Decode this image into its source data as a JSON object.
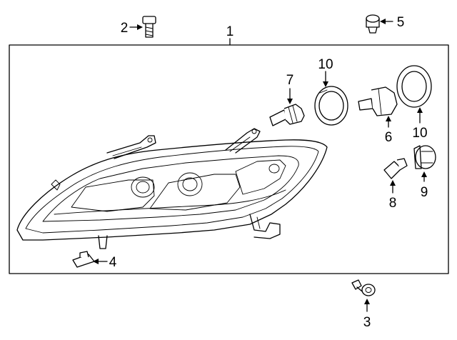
{
  "callouts": [
    {
      "id": "c1",
      "label": "1"
    },
    {
      "id": "c2",
      "label": "2"
    },
    {
      "id": "c3",
      "label": "3"
    },
    {
      "id": "c4",
      "label": "4"
    },
    {
      "id": "c5",
      "label": "5"
    },
    {
      "id": "c6",
      "label": "6"
    },
    {
      "id": "c7",
      "label": "7"
    },
    {
      "id": "c8",
      "label": "8"
    },
    {
      "id": "c9",
      "label": "9"
    },
    {
      "id": "c10a",
      "label": "10"
    },
    {
      "id": "c10b",
      "label": "10"
    }
  ]
}
